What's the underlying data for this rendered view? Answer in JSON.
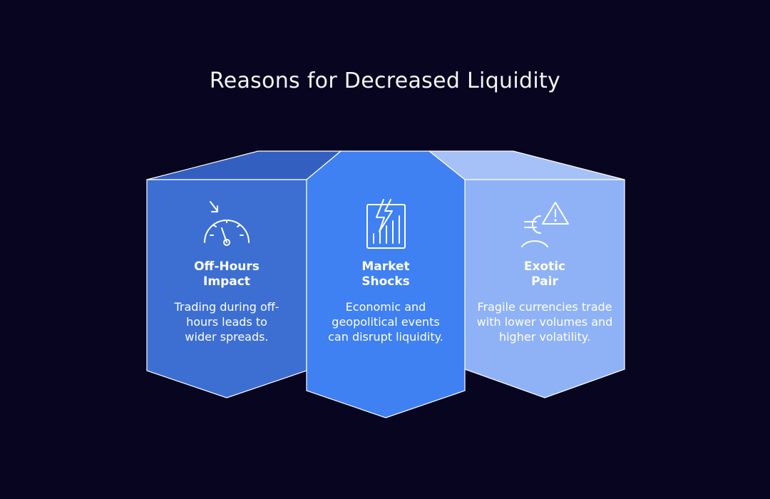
{
  "title": "Reasons for Decreased Liquidity",
  "colors": {
    "background": "#07051f",
    "card_left": "#3d6fd2",
    "card_left_top": "#3360c0",
    "card_middle": "#3f80f2",
    "card_right": "#8fb2f6",
    "card_right_top": "#9ab9f6",
    "outline": "#ffffff"
  },
  "cards": [
    {
      "heading_line1": "Off-Hours",
      "heading_line2": "Impact",
      "description": "Trading during off-hours leads to wider spreads.",
      "icon": "speedometer-down-icon"
    },
    {
      "heading_line1": "Market",
      "heading_line2": "Shocks",
      "description": "Economic and geopolitical events can disrupt liquidity.",
      "icon": "lightning-chart-icon"
    },
    {
      "heading_line1": "Exotic",
      "heading_line2": "Pair",
      "description": "Fragile currencies trade with lower volumes and higher volatility.",
      "icon": "euro-warning-icon"
    }
  ]
}
